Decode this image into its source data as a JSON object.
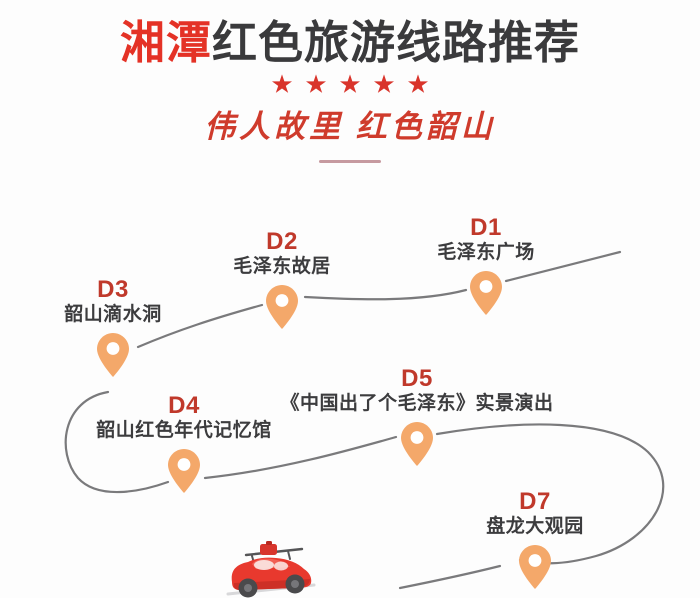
{
  "header": {
    "title_red": "湘潭",
    "title_dark": "红色旅游线路推荐",
    "stars_count": 5,
    "subtitle": "伟人故里 红色韶山",
    "star_color": "#d9342b",
    "title_red_color": "#e43226",
    "title_dark_color": "#3a3a3c",
    "subtitle_color": "#cf3b2c",
    "divider_color": "#c69aa0"
  },
  "route": {
    "line_color": "#7a7a7c",
    "pin_color": "#f4a86a",
    "pin_inner_color": "#ffffff",
    "code_color": "#c0392b",
    "name_color": "#3c3c3e"
  },
  "stops": [
    {
      "code": "D1",
      "name": "毛泽东广场"
    },
    {
      "code": "D2",
      "name": "毛泽东故居"
    },
    {
      "code": "D3",
      "name": "韶山滴水洞"
    },
    {
      "code": "D4",
      "name": "韶山红色年代记忆馆"
    },
    {
      "code": "D5",
      "name": "《中国出了个毛泽东》实景演出"
    },
    {
      "code": "D7",
      "name": "盘龙大观园"
    }
  ],
  "vehicle": {
    "icon": "red-car-icon",
    "body_color": "#e8392e",
    "wheel_color": "#4a4a4c",
    "rack_color": "#555557"
  }
}
